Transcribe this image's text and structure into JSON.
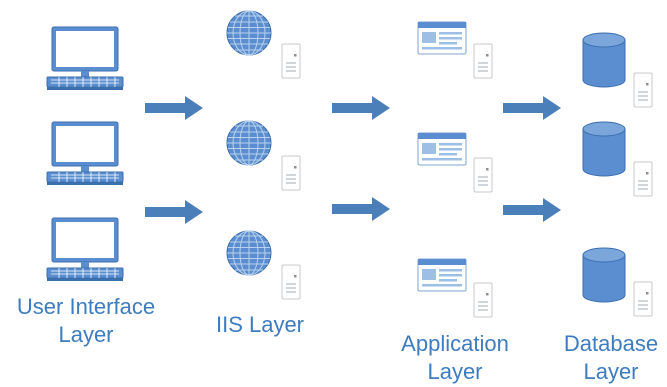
{
  "layers": {
    "user_interface": {
      "line1": "User Interface",
      "line2": "Layer"
    },
    "iis": {
      "line1": "IIS Layer"
    },
    "application": {
      "line1": "Application",
      "line2": "Layer"
    },
    "database": {
      "line1": "Database",
      "line2": "Layer"
    }
  },
  "icons": {
    "user_interface": [
      "computer-icon",
      "computer-icon",
      "computer-icon"
    ],
    "iis": [
      "globe-server-icon",
      "globe-server-icon",
      "globe-server-icon"
    ],
    "application": [
      "app-server-icon",
      "app-server-icon",
      "app-server-icon"
    ],
    "database": [
      "database-server-icon",
      "database-server-icon",
      "database-server-icon"
    ],
    "connectors": "arrow-right-icon"
  },
  "colors": {
    "icon_fill": "#5b8ed0",
    "icon_stroke": "#3c6fae",
    "label_text": "#3d7cc0",
    "arrow": "#4a7fb9"
  }
}
